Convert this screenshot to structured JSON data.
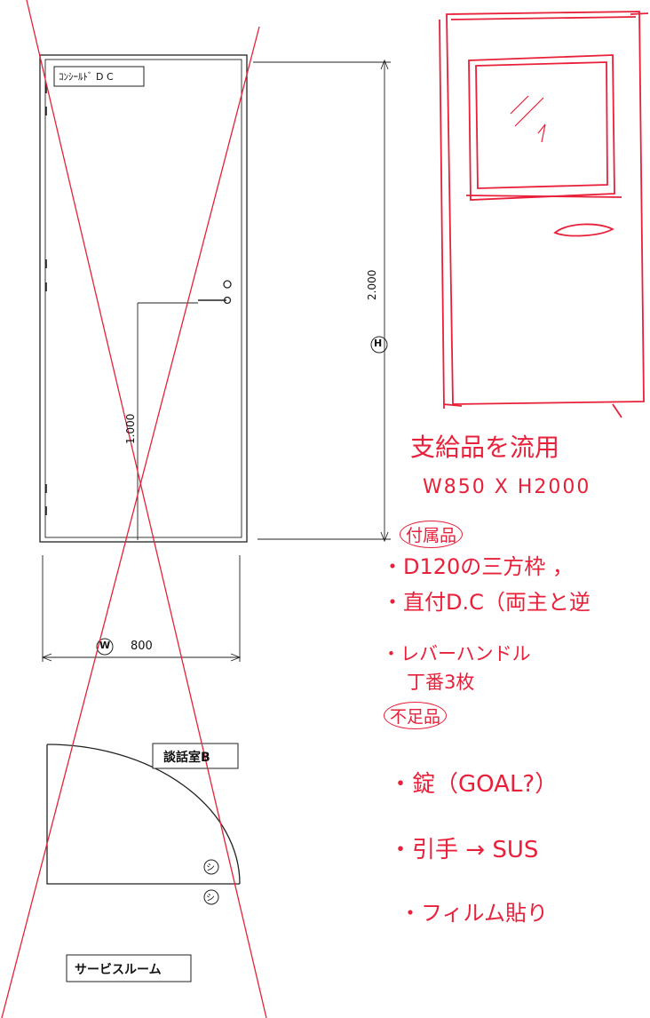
{
  "drawing": {
    "door_label": "ｺﾝｼｰﾙﾄﾞ D C",
    "height_symbol": "H",
    "height_value": "2.000",
    "width_symbol": "W",
    "width_value": "800",
    "handle_height_value": "1.000",
    "room_label_b": "談話室B",
    "room_label_service": "サービスルーム",
    "sign_symbol": "シ"
  },
  "notes": {
    "line1": "支給品を流用",
    "line2": "W850 X H2000",
    "fittings_title": "付属品",
    "item1": "・D120の三方枠 ，",
    "item2": "・直付D.C（両主と逆",
    "item3": "・レバーハンドル",
    "item4": "丁番3枚",
    "shortage_title": "不足品",
    "item5": "・錠（GOAL?）",
    "item6": "・引手 → SUS",
    "item7": "・フィルム貼り"
  },
  "colors": {
    "ink": "#222222",
    "red": "#e8203a"
  }
}
